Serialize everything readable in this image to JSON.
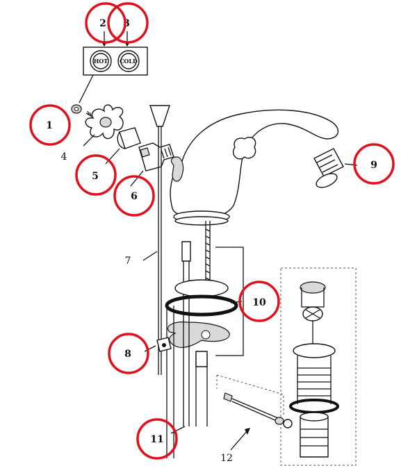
{
  "caps": {
    "hot": "HOT",
    "cold": "COLD"
  },
  "labels": [
    {
      "id": "1",
      "text": "1"
    },
    {
      "id": "2",
      "text": "2"
    },
    {
      "id": "3",
      "text": "3"
    },
    {
      "id": "4",
      "text": "4"
    },
    {
      "id": "5",
      "text": "5"
    },
    {
      "id": "6",
      "text": "6"
    },
    {
      "id": "7",
      "text": "7"
    },
    {
      "id": "8",
      "text": "8"
    },
    {
      "id": "9",
      "text": "9"
    },
    {
      "id": "10",
      "text": "10"
    },
    {
      "id": "11",
      "text": "11"
    },
    {
      "id": "12",
      "text": "12"
    }
  ],
  "colors": {
    "highlight": "#e0101c",
    "ink": "#111111",
    "background": "#ffffff"
  }
}
